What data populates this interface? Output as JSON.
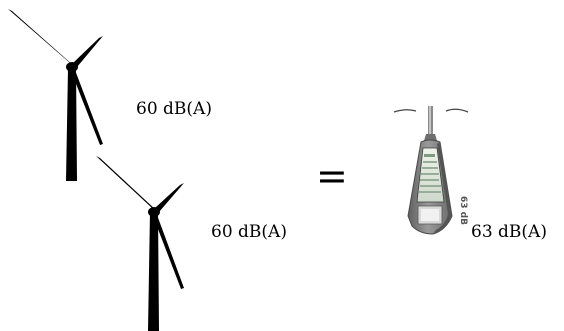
{
  "diagram": {
    "turbine_1": {
      "level_label": "60 dB(A)"
    },
    "turbine_2": {
      "level_label": "60 dB(A)"
    },
    "operator": "=",
    "sound_level_meter": {
      "reading_label": "63 dB(A)",
      "device_marking": "63 dB"
    }
  },
  "colors": {
    "text": "#000000",
    "turbine": "#000000",
    "meter_body": "#7a7a7a",
    "meter_screen": "#e8efe6"
  }
}
